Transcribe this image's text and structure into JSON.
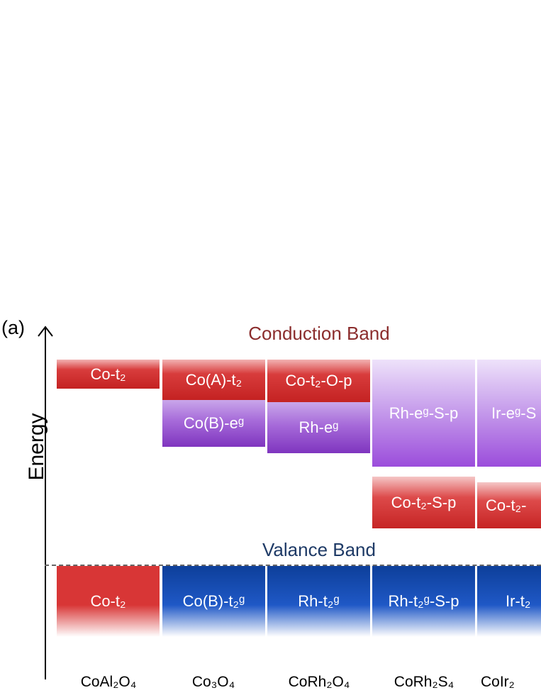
{
  "panel_label": "(a)",
  "axis_title": "Energy",
  "conduction_title": "Conduction Band",
  "valence_title": "Valance Band",
  "compounds": [
    "CoAl₂O₄",
    "Co₃O₄",
    "CoRh₂O₄",
    "CoRh₂S₄",
    "CoIr₂"
  ],
  "levels": {
    "coal2o4_cb": "Co-t₂",
    "coal2o4_vb": "Co-t₂",
    "co3o4_cb_a": "Co(A)-t₂",
    "co3o4_cb_b": "Co(B)-eᵍ",
    "co3o4_vb": "Co(B)-t₂ᵍ",
    "corh2o4_cb_top": "Co-t₂-O-p",
    "corh2o4_cb_rh": "Rh-eᵍ",
    "corh2o4_vb": "Rh-t₂ᵍ",
    "corh2s4_cb_rh": "Rh-eᵍ-S-p",
    "corh2s4_co": "Co-t₂-S-p",
    "corh2s4_vb": "Rh-t₂ᵍ-S-p",
    "coir2_cb_ir": "Ir-eᵍ-S",
    "coir2_co": "Co-t₂-",
    "coir2_vb": "Ir-t₂"
  },
  "colors": {
    "conduction_title": "#8b2d2d",
    "valence_title": "#1e3a66",
    "red_level": "#c42222",
    "purple_level": "#8a3fca",
    "blue_level": "#1f58c6"
  }
}
